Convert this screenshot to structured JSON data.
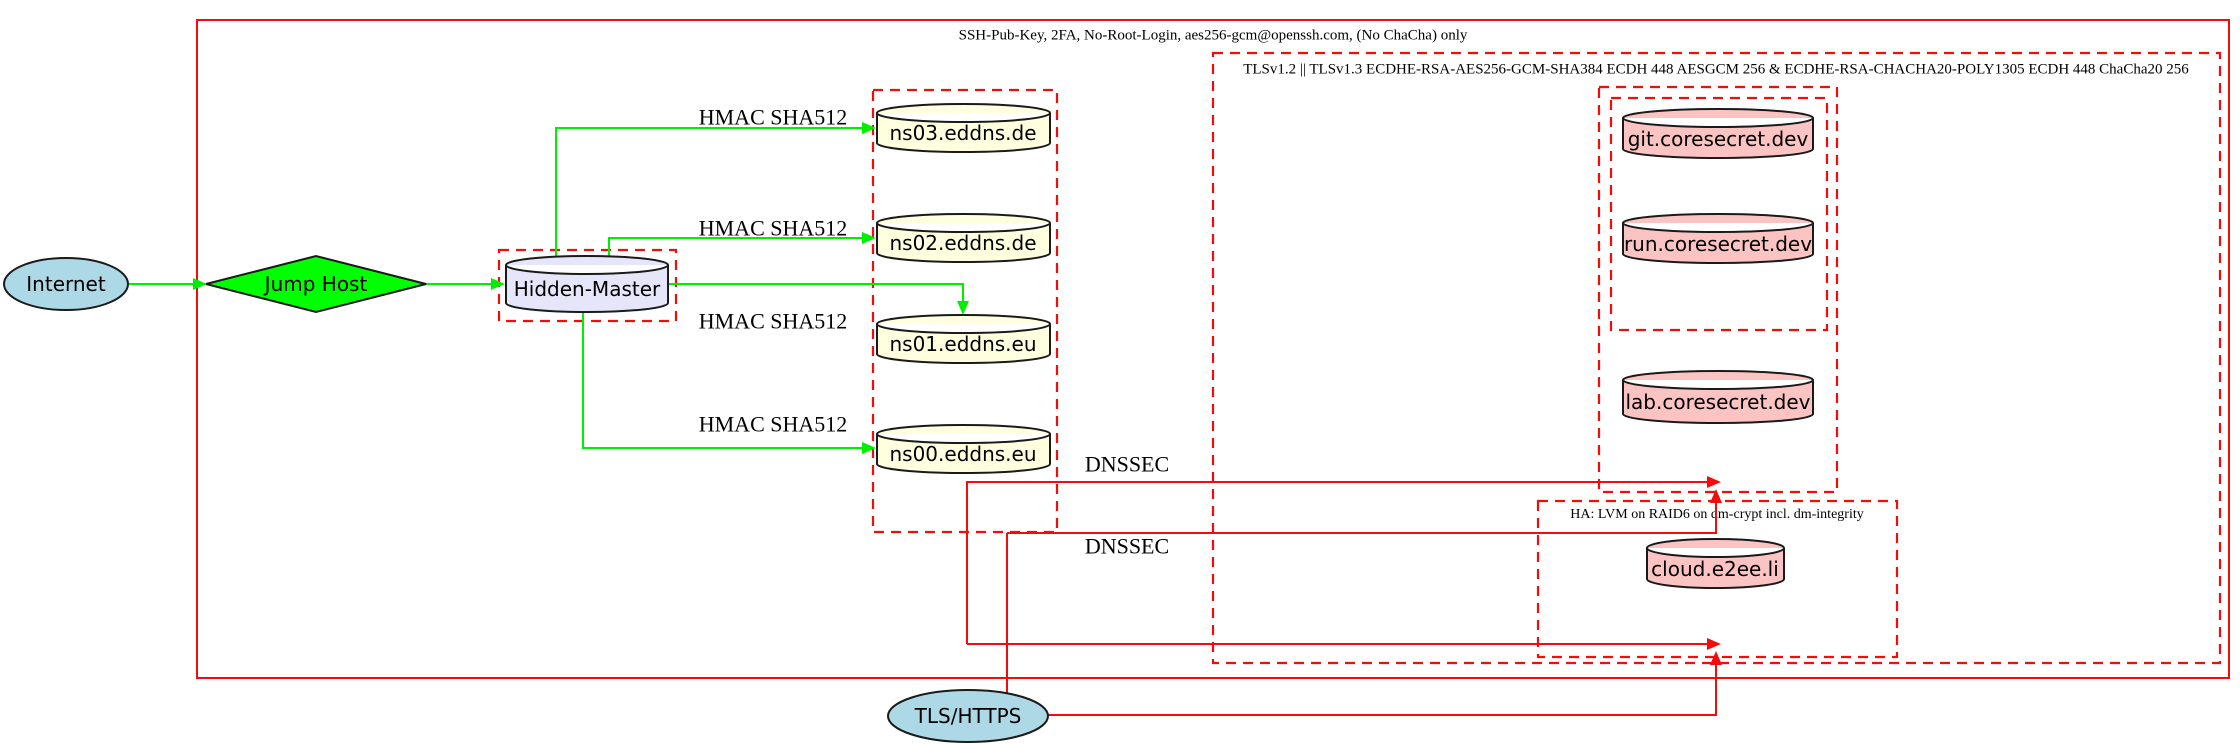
{
  "clusters": {
    "ssh": {
      "label": "SSH-Pub-Key, 2FA, No-Root-Login, aes256-gcm@openssh.com, (No ChaCha) only"
    },
    "tls": {
      "label": "TLSv1.2 || TLSv1.3 ECDHE-RSA-AES256-GCM-SHA384 ECDH 448 AESGCM 256 & ECDHE-RSA-CHACHA20-POLY1305 ECDH 448 ChaCha20 256"
    },
    "ha": {
      "label": "HA: LVM on RAID6 on dm-crypt incl. dm-integrity"
    }
  },
  "nodes": {
    "internet": {
      "label": "Internet"
    },
    "jump_host": {
      "label": "Jump Host"
    },
    "hidden_master": {
      "label": "Hidden-Master"
    },
    "ns03": {
      "label": "ns03.eddns.de"
    },
    "ns02": {
      "label": "ns02.eddns.de"
    },
    "ns01": {
      "label": "ns01.eddns.eu"
    },
    "ns00": {
      "label": "ns00.eddns.eu"
    },
    "git": {
      "label": "git.coresecret.dev"
    },
    "run": {
      "label": "run.coresecret.dev"
    },
    "lab": {
      "label": "lab.coresecret.dev"
    },
    "cloud": {
      "label": "cloud.e2ee.li"
    },
    "tls_https": {
      "label": "TLS/HTTPS"
    }
  },
  "edge_labels": {
    "hmac": "HMAC SHA512",
    "dnssec": "DNSSEC"
  },
  "colors": {
    "cluster_red": "#f40b0b",
    "edge_red": "#f40b0b",
    "edge_green": "#00ef00",
    "node_blue": "#add8e6",
    "node_green": "#00ff00",
    "node_lavender": "#e6e6fa",
    "node_yellow": "#ffffe0",
    "node_pink": "#fcc3c3",
    "outline": "#1a1a1a",
    "text": "#000000"
  }
}
